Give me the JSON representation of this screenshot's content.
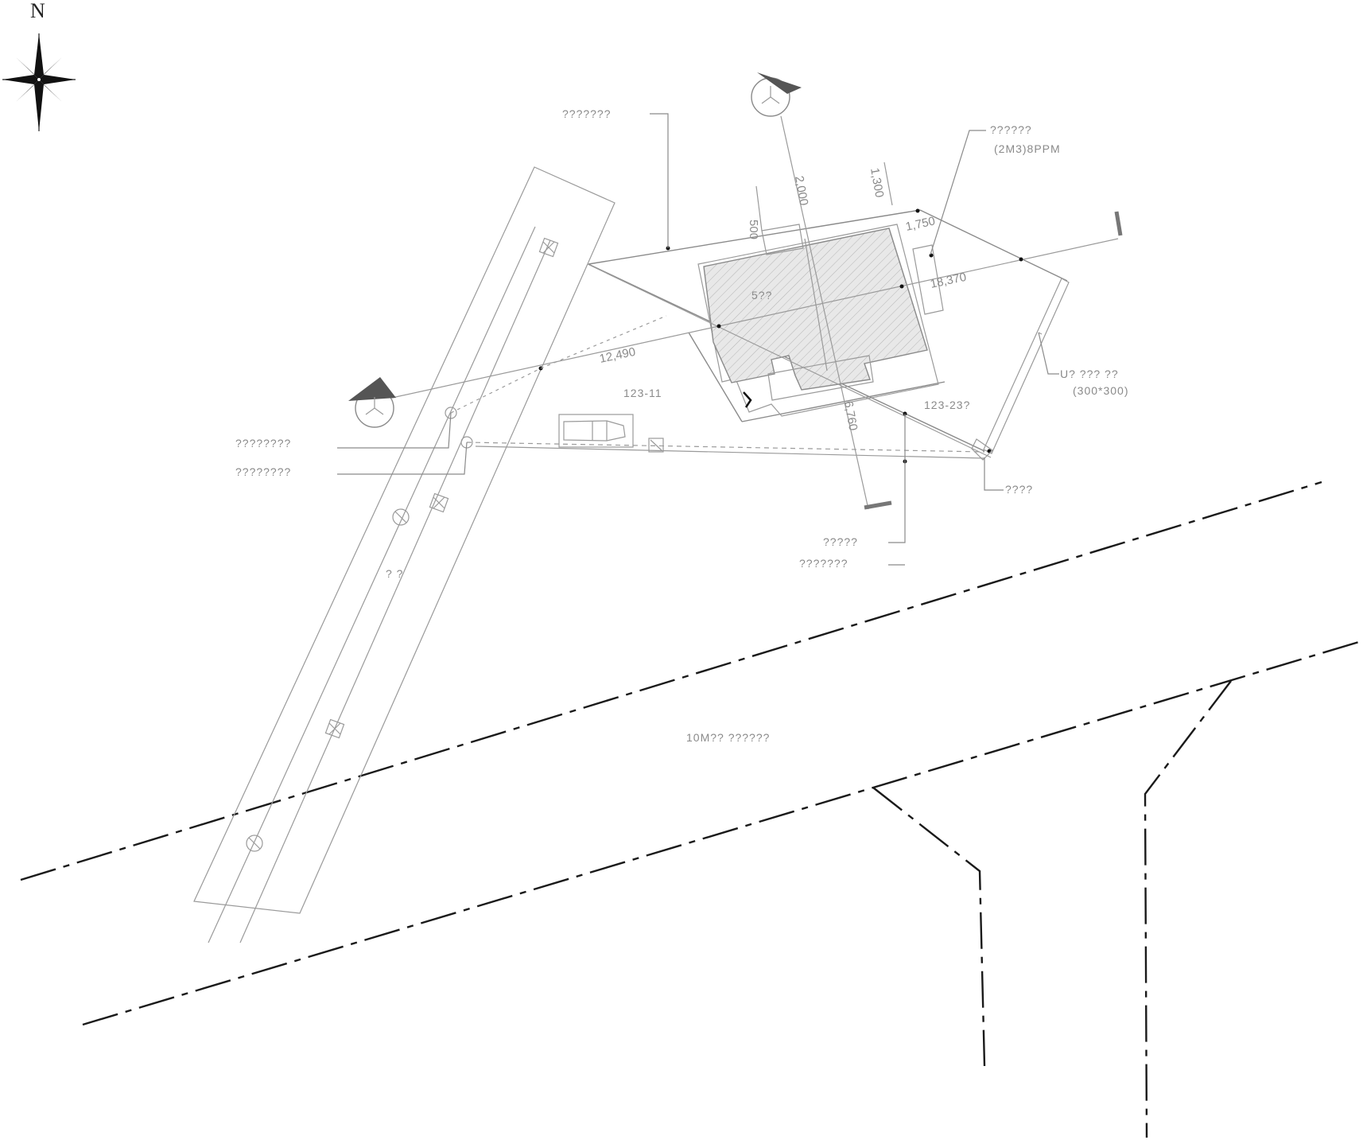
{
  "compass": {
    "north_label": "N"
  },
  "labels": {
    "top_leader": "???????",
    "top_right_line1": "??????",
    "top_right_line2": "(2M3)8PPM",
    "building": "5??",
    "lot_left": "123-11",
    "lot_right": "123-23?",
    "right_leader_line1": "U? ??? ??",
    "right_leader_line2": "(300*300)",
    "left_leader_1": "????????",
    "left_leader_2": "????????",
    "right_bottom_leader": "????",
    "bottom_leader_1": "?????",
    "bottom_leader_2": "???????",
    "channel_note": "? ?",
    "road_label": "10M?? ??????"
  },
  "dimensions": {
    "d500": "500",
    "d2000": "2,000",
    "d1300": "1,300",
    "d1750": "1,750",
    "d18370": "18,370",
    "d12490": "12,490",
    "d6760": "6,760"
  }
}
